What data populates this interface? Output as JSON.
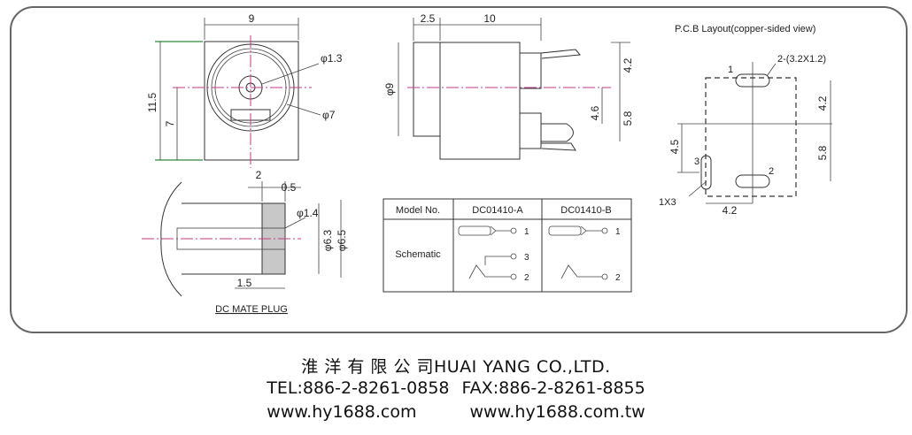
{
  "front_view": {
    "width_dim": "9",
    "height_dim": "11.5",
    "center_dim": "7",
    "pin_dia": "φ1.3",
    "body_dia": "φ7"
  },
  "side_view": {
    "offset_dim": "2.5",
    "length_dim": "10",
    "dia_dim": "φ9",
    "dim_42": "4.2",
    "dim_46": "4.6",
    "dim_58": "5.8"
  },
  "pcb_layout": {
    "title": "P.C.B Layout(copper-sided view)",
    "slot_label": "2-(3.2X1.2)",
    "pin1": "1",
    "pin2": "2",
    "pin3": "3",
    "dim_42_v": "4.2",
    "dim_58_v": "5.8",
    "dim_45_v": "4.5",
    "dim_42_h": "4.2",
    "pin3_size": "1X3"
  },
  "mate_plug": {
    "label": "DC MATE PLUG",
    "dim_2": "2",
    "dim_05": "0.5",
    "dim_14": "φ1.4",
    "dim_63": "φ6.3",
    "dim_65": "φ6.5",
    "dim_15": "1.5"
  },
  "table": {
    "headers": [
      "Model No.",
      "DC01410-A",
      "DC01410-B"
    ],
    "row_label": "Schematic",
    "a_pins": [
      "1",
      "3",
      "2"
    ],
    "b_pins": [
      "1",
      "2"
    ]
  },
  "footer": {
    "company_cn": "淮 洋 有 限 公 司",
    "company_en": "HUAI YANG CO.,LTD.",
    "tel": "TEL:886-2-8261-0858",
    "fax": "FAX:886-2-8261-8855",
    "web1": "www.hy1688.com",
    "web2": "www.hy1688.com.tw"
  }
}
